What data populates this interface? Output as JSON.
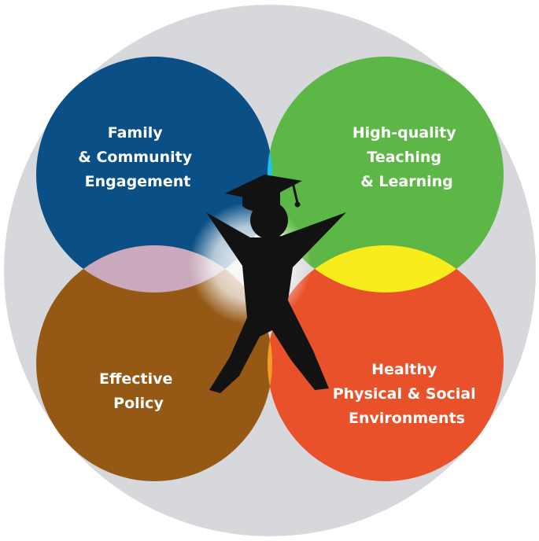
{
  "colors": {
    "outer_ring": "#d7d8db",
    "family_community_engagement": "#0a4f86",
    "high_quality_teaching_learning": "#5db746",
    "effective_policy": "#955815",
    "healthy_physical_social_environments": "#e8512a",
    "overlap_top": "#21c2e9",
    "overlap_left": "#c9a9bb",
    "overlap_right": "#f9ec1c",
    "overlap_bottom": "#f59a2b",
    "overlap_center_glow": "#ffffff",
    "student_figure": "#121212"
  },
  "icons": {
    "student": "student-figure-icon",
    "cap": "graduation-cap-icon"
  },
  "circles": {
    "top_left": {
      "lines": [
        "Family",
        "& Community",
        "Engagement"
      ]
    },
    "top_right": {
      "lines": [
        "High-quality",
        "Teaching",
        "& Learning"
      ]
    },
    "bottom_left": {
      "lines": [
        "Effective",
        "Policy"
      ]
    },
    "bottom_right": {
      "lines": [
        "Healthy",
        "Physical & Social",
        "Environments"
      ]
    }
  }
}
